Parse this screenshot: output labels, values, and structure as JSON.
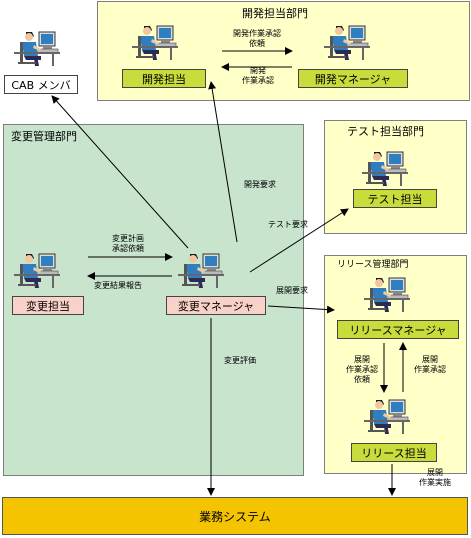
{
  "departments": {
    "dev": "開発担当部門",
    "change": "変更管理部門",
    "test": "テスト担当部門",
    "release": "リリース管理部門"
  },
  "roles": {
    "cab": "CAB メンバ",
    "dev_staff": "開発担当",
    "dev_manager": "開発マネージャ",
    "test_staff": "テスト担当",
    "change_staff": "変更担当",
    "change_manager": "変更マネージャ",
    "release_manager": "リリースマネージャ",
    "release_staff": "リリース担当",
    "business_system": "業務システム"
  },
  "flows": {
    "dev_approval_request_1": "開発作業承認",
    "dev_approval_request_2": "依頼",
    "dev_approval_1": "開発",
    "dev_approval_2": "作業承認",
    "dev_request": "開発要求",
    "test_request": "テスト要求",
    "deploy_request": "展開要求",
    "change_plan_1": "変更計画",
    "change_plan_2": "承認依頼",
    "change_result": "変更結果報告",
    "change_eval": "変更評価",
    "deploy_approval_request_1": "展開",
    "deploy_approval_request_2": "作業承認",
    "deploy_approval_request_3": "依頼",
    "deploy_approval_1": "展開",
    "deploy_approval_2": "作業承認",
    "deploy_work_1": "展開",
    "deploy_work_2": "作業実施"
  },
  "colors": {
    "dev_dept_bg": "#ffffc8",
    "change_dept_bg": "#c8e4cc",
    "test_dept_bg": "#ffffc8",
    "release_dept_bg": "#ffffc8",
    "role_green": "#c8dc3c",
    "role_pink": "#f8d2c8",
    "business_system_bg": "#f5c400"
  },
  "icons": [
    "person-at-computer-icon"
  ]
}
